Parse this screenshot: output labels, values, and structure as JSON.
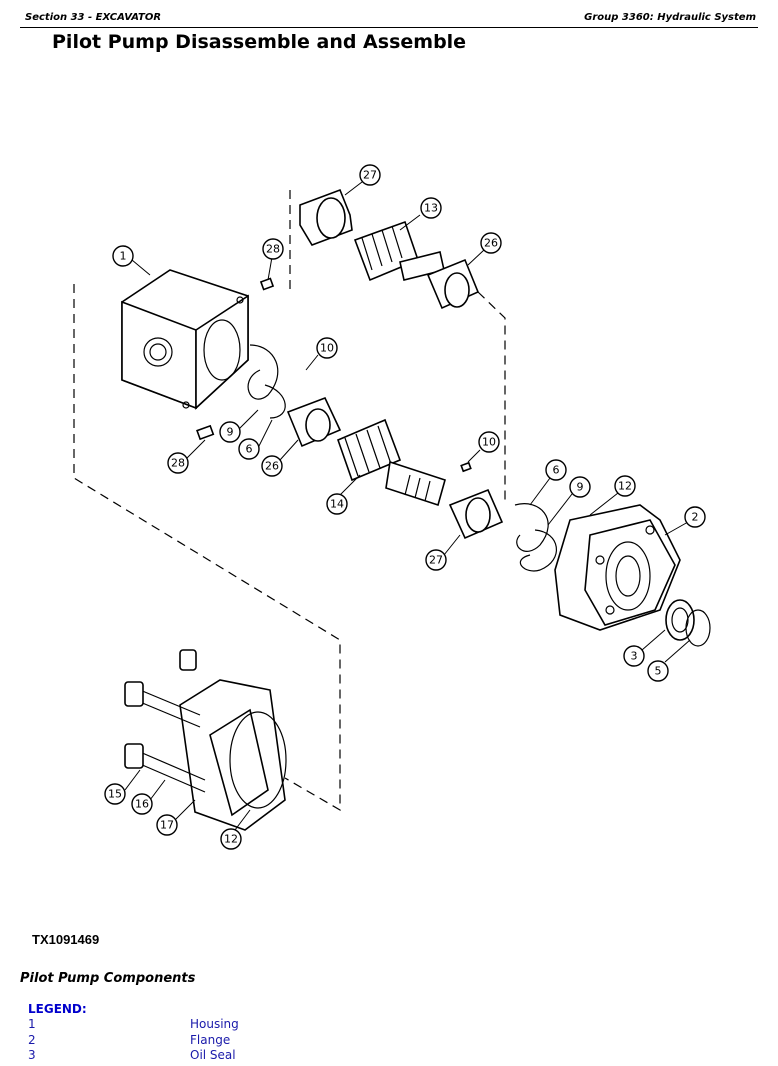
{
  "header": {
    "section": "Section 33 - EXCAVATOR",
    "group": "Group 3360: Hydraulic System"
  },
  "title": "Pilot Pump Disassemble and Assemble",
  "figure": {
    "code": "TX1091469",
    "callouts": [
      "1",
      "2",
      "3",
      "5",
      "6",
      "6",
      "9",
      "9",
      "10",
      "10",
      "12",
      "12",
      "13",
      "14",
      "15",
      "16",
      "17",
      "26",
      "26",
      "27",
      "27",
      "28",
      "28"
    ]
  },
  "components_heading": "Pilot Pump Components",
  "legend": {
    "heading": "LEGEND:",
    "items": [
      {
        "num": "1",
        "name": "Housing"
      },
      {
        "num": "2",
        "name": "Flange"
      },
      {
        "num": "3",
        "name": "Oil Seal"
      }
    ]
  }
}
